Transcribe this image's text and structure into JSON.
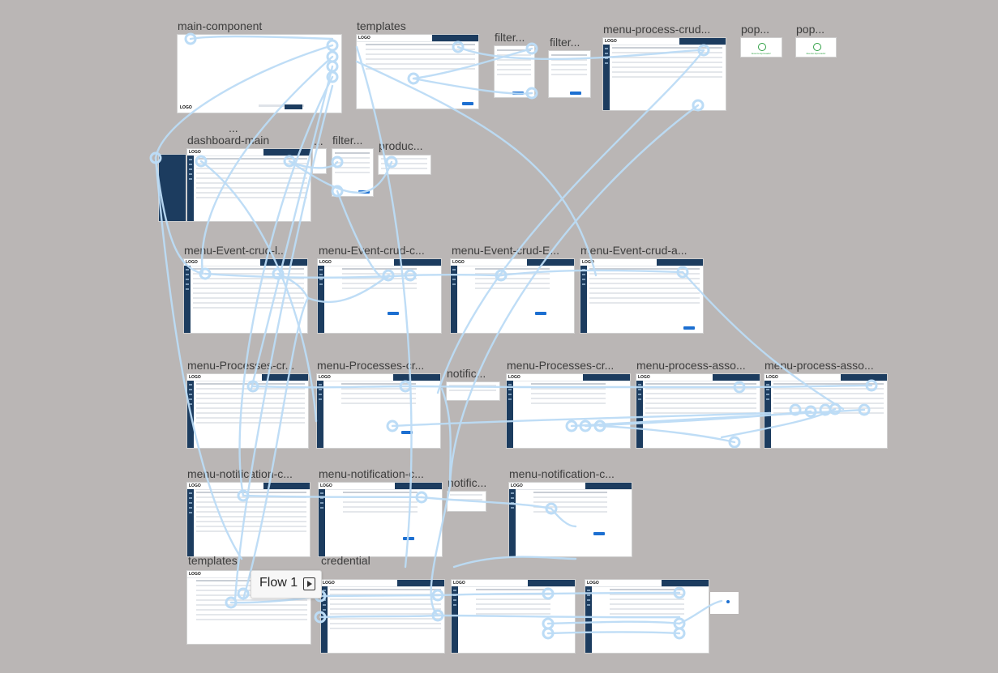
{
  "canvas": {
    "background": "#bab6b5",
    "wire_color": "#bcdcf6",
    "node_color": "#bcdcf6"
  },
  "flow": {
    "label": "Flow 1",
    "icon": "play-icon"
  },
  "frames": [
    {
      "id": "main",
      "label": "main-component",
      "logo": "LOGO",
      "kind": "blank"
    },
    {
      "id": "templates1",
      "label": "templates",
      "logo": "LOGO",
      "kind": "form"
    },
    {
      "id": "filter1",
      "label": "filter...",
      "logo": "",
      "kind": "dialog"
    },
    {
      "id": "filter2",
      "label": "filter...",
      "logo": "",
      "kind": "dialog"
    },
    {
      "id": "mpc",
      "label": "menu-process-crud...",
      "logo": "LOGO",
      "kind": "table"
    },
    {
      "id": "pop1",
      "label": "pop...",
      "logo": "",
      "kind": "popup",
      "text": "Evento Aprovado!"
    },
    {
      "id": "pop2",
      "label": "pop...",
      "logo": "",
      "kind": "popup",
      "text": "Evento Aprovado!"
    },
    {
      "id": "dash",
      "label": "dashboard-main",
      "logo": "LOGO",
      "kind": "table"
    },
    {
      "id": "filter3",
      "label": "filter...",
      "logo": "",
      "kind": "dialog"
    },
    {
      "id": "produc",
      "label": "produc...",
      "logo": "",
      "kind": "list"
    },
    {
      "id": "ev1",
      "label": "menu-Event-crud-l...",
      "logo": "LOGO",
      "kind": "table"
    },
    {
      "id": "ev2",
      "label": "menu-Event-crud-c...",
      "logo": "LOGO",
      "kind": "form"
    },
    {
      "id": "ev3",
      "label": "menu-Event-crud-E...",
      "logo": "LOGO",
      "kind": "form"
    },
    {
      "id": "ev4",
      "label": "menu-Event-crud-a...",
      "logo": "LOGO",
      "kind": "table"
    },
    {
      "id": "pr1",
      "label": "menu-Processes-cr...",
      "logo": "LOGO",
      "kind": "table"
    },
    {
      "id": "pr2",
      "label": "menu-Processes-cr...",
      "logo": "LOGO",
      "kind": "form"
    },
    {
      "id": "notif1",
      "label": "notific...",
      "logo": "",
      "kind": "list"
    },
    {
      "id": "pr3",
      "label": "menu-Processes-cr...",
      "logo": "LOGO",
      "kind": "form"
    },
    {
      "id": "pa1",
      "label": "menu-process-asso...",
      "logo": "LOGO",
      "kind": "table"
    },
    {
      "id": "pa2",
      "label": "menu-process-asso...",
      "logo": "LOGO",
      "kind": "form"
    },
    {
      "id": "nc1",
      "label": "menu-notification-c...",
      "logo": "LOGO",
      "kind": "table"
    },
    {
      "id": "nc2",
      "label": "menu-notification-c...",
      "logo": "LOGO",
      "kind": "form"
    },
    {
      "id": "notif2",
      "label": "notific...",
      "logo": "",
      "kind": "list"
    },
    {
      "id": "nc3",
      "label": "menu-notification-c...",
      "logo": "LOGO",
      "kind": "form"
    },
    {
      "id": "templates2",
      "label": "templates",
      "logo": "LOGO",
      "kind": "form"
    },
    {
      "id": "cred",
      "label": "credential",
      "logo": "LOGO",
      "kind": "table"
    },
    {
      "id": "f27",
      "label": "",
      "logo": "LOGO",
      "kind": "form"
    },
    {
      "id": "f28",
      "label": "",
      "logo": "LOGO",
      "kind": "form"
    }
  ],
  "dashboard_menu_label": "...",
  "dashboard_ellipsis": "..."
}
